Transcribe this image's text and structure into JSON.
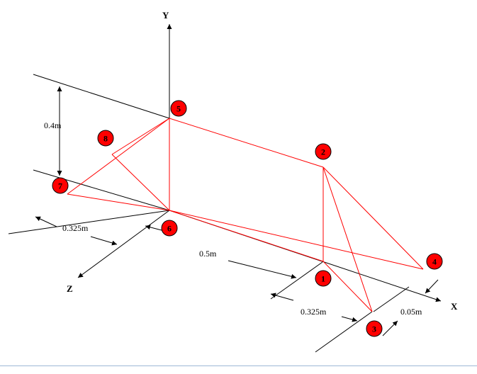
{
  "diagram": {
    "axes": {
      "x": "X",
      "y": "Y",
      "z": "Z"
    },
    "dimensions": {
      "height": "0.4m",
      "depth_left": "0.325m",
      "length": "0.5m",
      "depth_right": "0.325m",
      "offset": "0.05m"
    },
    "nodes": [
      "1",
      "2",
      "3",
      "4",
      "5",
      "6",
      "7",
      "8"
    ],
    "colors": {
      "axis": "#000000",
      "member": "#ff0000",
      "node_fill": "#ff0000",
      "node_text": "#000000",
      "rule": "#9db7d6"
    }
  }
}
